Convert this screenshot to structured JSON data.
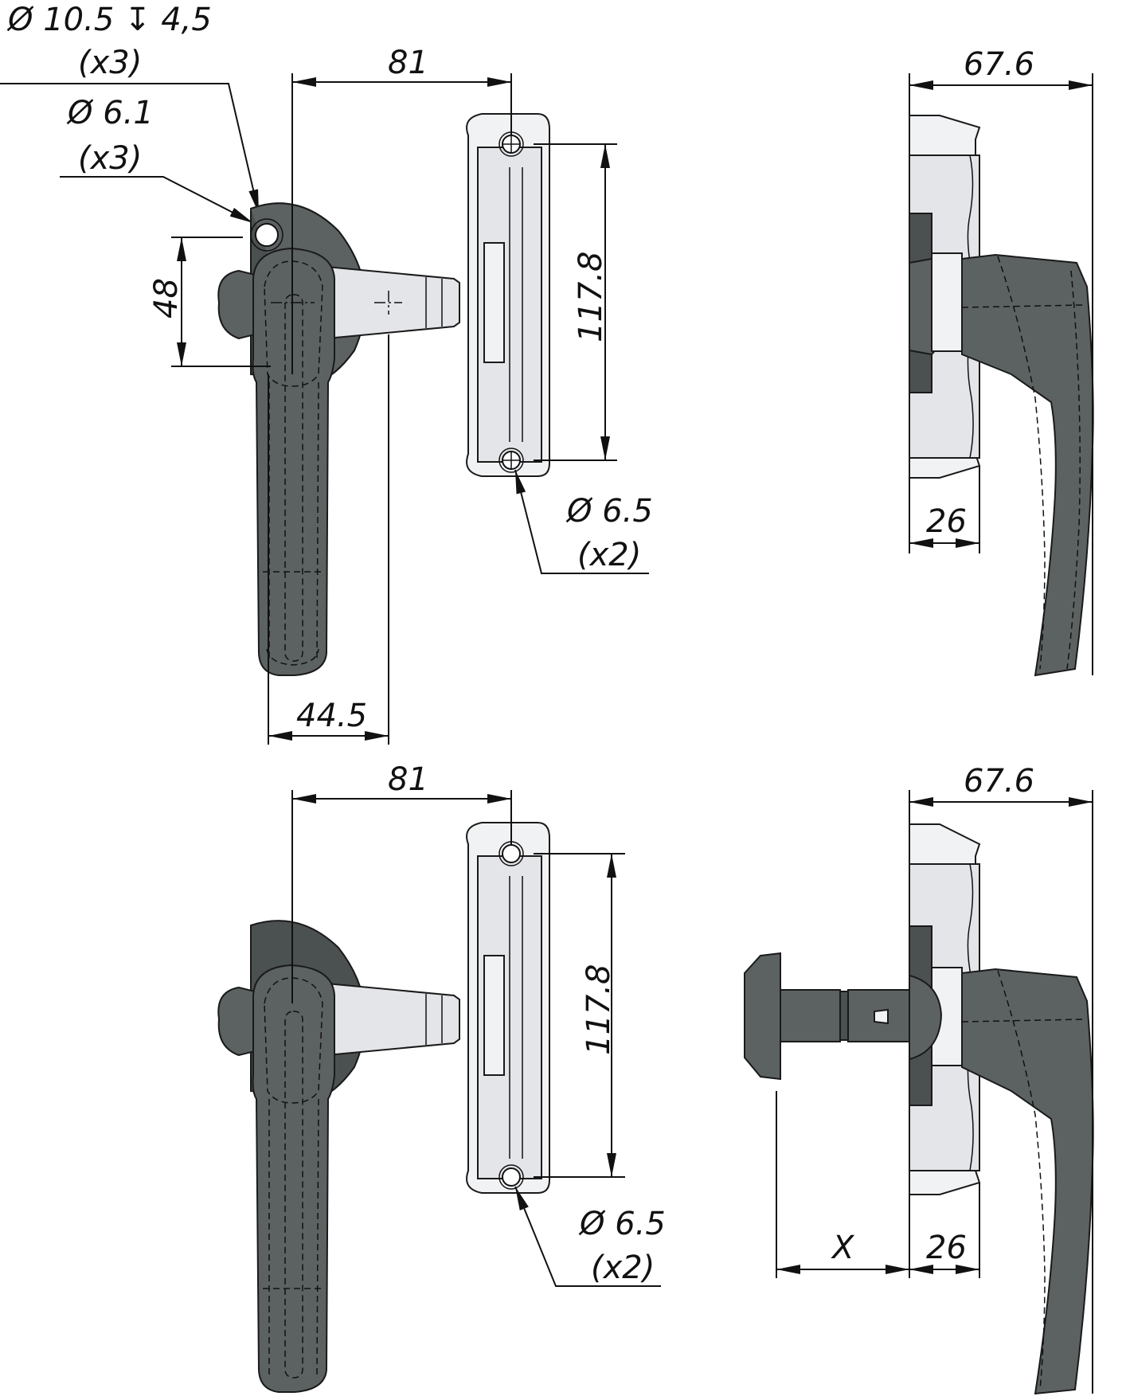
{
  "drawing": {
    "type": "technical dimensioned drawing",
    "subject": "lever handle lock with mounting bracket",
    "colors": {
      "handle_dark": "#5c6262",
      "bracket_light": "#e4e5e9",
      "line": "#111111",
      "background": "#ffffff"
    }
  },
  "views": {
    "top_front": {
      "callouts": {
        "counterbore": {
          "text": "Ø 10.5 ↧ 4,5",
          "qty": "(x3)"
        },
        "hole_small": {
          "text": "Ø 6.1",
          "qty": "(x3)"
        },
        "bracket_holes": {
          "text": "Ø 6.5",
          "qty": "(x2)"
        }
      },
      "dimensions": {
        "width_top": "81",
        "hole_spacing": "117.8",
        "boss_height": "48",
        "offset_bottom": "44.5"
      }
    },
    "top_side": {
      "dimensions": {
        "overall_depth": "67.6",
        "flange_depth": "26"
      }
    },
    "bottom_front": {
      "callouts": {
        "bracket_holes": {
          "text": "Ø 6.5",
          "qty": "(x2)"
        }
      },
      "dimensions": {
        "width_top": "81",
        "hole_spacing": "117.8"
      }
    },
    "bottom_side": {
      "dimensions": {
        "overall_depth": "67.6",
        "flange_depth": "26",
        "variable": "X"
      }
    }
  }
}
